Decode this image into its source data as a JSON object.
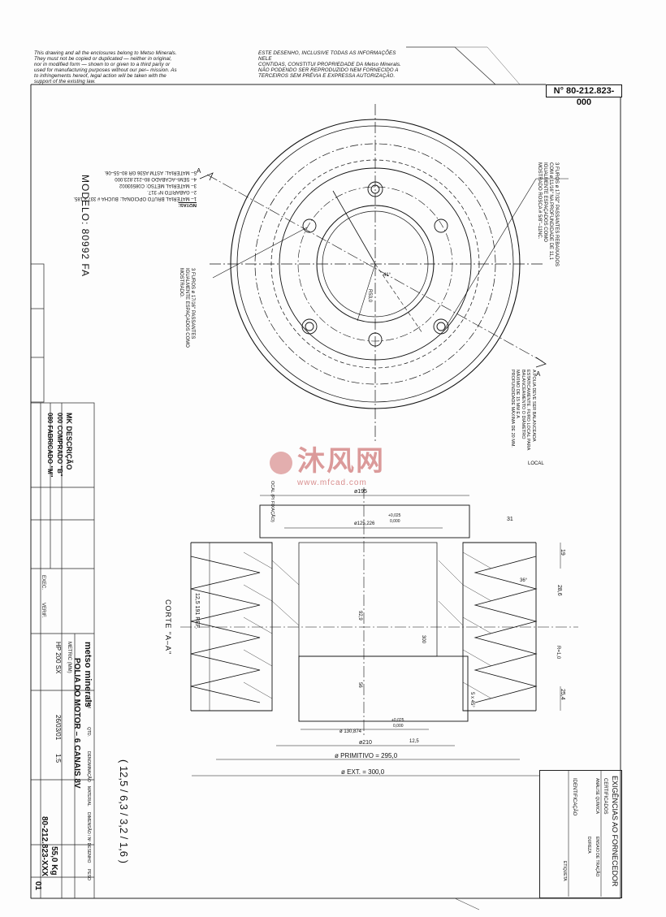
{
  "notice_en_lines": [
    "This drawing and all the enclosures belong to Metso Minerals.",
    "They must not be copied or duplicated — neither in original,",
    "nor in modified form — shown to or given to a third party or",
    "used for manufacturing purposes without our per– mission. As",
    "to infringements hereof, legal action will be taken with the",
    "support of the existing law."
  ],
  "notice_pt_lines": [
    "ESTE DESENHO, INCLUSIVE TODAS AS INFORMAÇÕES NELE",
    "CONTIDAS, CONSTITUI PROPRIEDADE DA Metso Minerals.",
    "NÃO PODENDO SER REPRODUZIDO NEM FORNECIDO A",
    "TERCEIROS SEM PRÉVIA E EXPRESSA AUTORIZAÇÃO."
  ],
  "drawing_number_top": "N° 80-212.823-000",
  "notes": {
    "title": "NOTAS:",
    "items": [
      "1– MATERIAL BRUTO OPCIONAL: BUCHA # 337 x 185.",
      "2– GABARITO Nº 317.",
      "3– MATERIAL METSO: C08593002",
      "4– SEMI–ACABADO 80–212.823.000",
      "5– MATERIAL: ASTM A536 GR 80–55–06."
    ]
  },
  "modelo": "MODELO:  80992 FA",
  "callouts": {
    "holes_3_threaded": "3 FUROS ø 17/32\" PASSANTES REBAIXADOS COM ø 11/16\" NA PROFUNDIDADE DE 11,1 IGUALMENTE ESPAÇADOS COMO MOSTRADO ROSCA # 5/8\"–11NC.",
    "holes_3_through": "3 FUROS ø 17/16\" PASSANTES IGUALMENTE ESPAÇADOS COMO MOSTRADO.",
    "balance_note": "A POLIA DEVE SER BALANCEADA ESTATICAMENTE. FURO LOCAL PARA BALANCEAMENTO O DIÂMETRO MÁXIMO DE 15 MM E A PROFUNDIDADE MÁXIMA DE 20 MM.",
    "local_mark": "LOCAL",
    "ocal_note": "OCAL (P/ FIXAÇÃO)"
  },
  "section_label": "CORTE \"A–A\"",
  "dimensions": {
    "d195": "ø195",
    "d125": "ø125,226",
    "tol_top": "+0,025",
    "tol_bot": "0,000",
    "d130": "ø 130,874",
    "tol2_top": "+0,025",
    "tol2_bot": "0,000",
    "d210": "ø210",
    "primitivo": "ø PRIMITIVO = 295,0",
    "ext": "ø EXT. = 300,0",
    "ref": "12,5 191 REF.",
    "dim_31": "31",
    "dim_19": "19",
    "dim_254": "25,4",
    "dim_5x45": "5 x 45°",
    "dim_125": "12,5",
    "dim_28": "28,6",
    "dim_300": "300",
    "dim_r1": "R=1,0",
    "dim_36": "36°",
    "dim_56": "56",
    "dim_929": "92,9",
    "dim_radius": "R53,0",
    "angle_41": "41°",
    "section_a1": "A",
    "section_a2": "A"
  },
  "roughness": "( 12,5 / 6,3 / 3,2 / 1,6 )",
  "title_block": {
    "company": "metso minerals",
    "part_name": "POLIA DO MOTOR – 6 CANAIS 8V",
    "weight": "55,0 Kg",
    "drawing_number": "80-212.823-XXX",
    "sheet": "01",
    "material": "HP 200 SX",
    "metric": "METRIC (MM)",
    "date": "26/03/01",
    "scale": "1:5",
    "revision_desc_header": "MK  DESCRIÇÃO",
    "row_comprado": "000 COMPRADO \"B\"",
    "row_fabricado": "080 FABRICADO \"M\"",
    "col_item": "ITEM",
    "col_qty": "QTD.",
    "col_denominacao": "DENOMINAÇÃO",
    "col_material": "MATERIAL",
    "col_dimensao": "DIMENSÃO / Nº DESENHO",
    "col_peso": "PESO",
    "verif": "VERIF.",
    "exec": "EXEC."
  },
  "supplier": {
    "title": "EXIGÊNCIAS AO FORNECEDOR",
    "line1": "CERTIFICADOS",
    "line2": "ANÁLISE QUÍMICA",
    "line3": "ENSAIO DE TRAÇÃO",
    "line4": "IDENTIFICAÇÃO",
    "line5": "DUREZA",
    "line6": "ETIQUETA"
  },
  "watermark": {
    "brand": "沐风网",
    "url": "www.mfcad.com"
  }
}
